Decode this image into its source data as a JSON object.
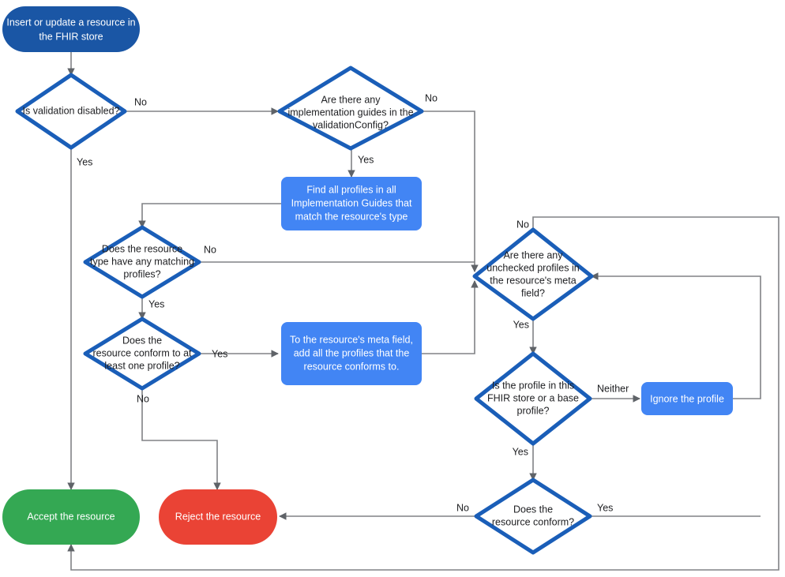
{
  "diagram": {
    "title": "FHIR store resource validation flow",
    "colors": {
      "start_node": "#1a56a5",
      "process_node": "#4285f4",
      "decision_stroke": "#1a5eb8",
      "decision_fill": "#ffffff",
      "accept_node": "#34a853",
      "reject_node": "#ea4335",
      "edge": "#808285",
      "label_dark": "#202124",
      "label_light": "#ffffff"
    },
    "nodes": [
      {
        "id": "start",
        "type": "terminator",
        "label": "Insert or update a resource in the FHIR store",
        "lines": [
          "Insert or update a resource in",
          "the FHIR store"
        ]
      },
      {
        "id": "validation-disabled",
        "type": "decision",
        "label": "Is validation disabled?",
        "lines": [
          "Is validation disabled?"
        ]
      },
      {
        "id": "implementation-guides",
        "type": "decision",
        "label": "Are there any implementation guides in the validationConfig?",
        "lines": [
          "Are there any",
          "implementation guides in the",
          "validationConfig?"
        ]
      },
      {
        "id": "find-profiles",
        "type": "process",
        "label": "Find all profiles in all Implementation Guides that match the resource's type",
        "lines": [
          "Find all profiles in all",
          "Implementation Guides that",
          "match the resource's type"
        ]
      },
      {
        "id": "matching-profiles",
        "type": "decision",
        "label": "Does the resource type have any matching profiles?",
        "lines": [
          "Does the resource",
          "type have any matching",
          "profiles?"
        ]
      },
      {
        "id": "conform-one-profile",
        "type": "decision",
        "label": "Does the resource conform to at least one profile?",
        "lines": [
          "Does the",
          "resource conform to at",
          "least one profile?"
        ]
      },
      {
        "id": "add-profiles-meta",
        "type": "process",
        "label": "To the resource's meta field, add all the profiles that the resource conforms to.",
        "lines": [
          "To the resource's meta field,",
          "add all the profiles that the",
          "resource conforms to."
        ]
      },
      {
        "id": "unchecked-profiles",
        "type": "decision",
        "label": "Are there any unchecked profiles in the resource's meta field?",
        "lines": [
          "Are there any",
          "unchecked profiles in",
          "the resource's meta",
          "field?"
        ]
      },
      {
        "id": "profile-in-store",
        "type": "decision",
        "label": "Is the profile in this FHIR store or a base profile?",
        "lines": [
          "Is the profile in this",
          "FHIR store or a base",
          "profile?"
        ]
      },
      {
        "id": "ignore-profile",
        "type": "process",
        "label": "Ignore the profile",
        "lines": [
          "Ignore the profile"
        ]
      },
      {
        "id": "resource-conform",
        "type": "decision",
        "label": "Does the resource conform?",
        "lines": [
          "Does the",
          "resource conform?"
        ]
      },
      {
        "id": "accept",
        "type": "terminator",
        "label": "Accept the resource",
        "lines": [
          "Accept the resource"
        ]
      },
      {
        "id": "reject",
        "type": "terminator",
        "label": "Reject the resource",
        "lines": [
          "Reject the resource"
        ]
      }
    ],
    "edge_labels": {
      "validation_no": "No",
      "validation_yes": "Yes",
      "impl_guides_no": "No",
      "impl_guides_yes": "Yes",
      "matching_profiles_no": "No",
      "matching_profiles_yes": "Yes",
      "conform_one_yes": "Yes",
      "conform_one_no": "No",
      "unchecked_no": "No",
      "unchecked_yes": "Yes",
      "profile_in_store_neither": "Neither",
      "profile_in_store_yes": "Yes",
      "resource_conform_no": "No",
      "resource_conform_yes": "Yes"
    }
  }
}
